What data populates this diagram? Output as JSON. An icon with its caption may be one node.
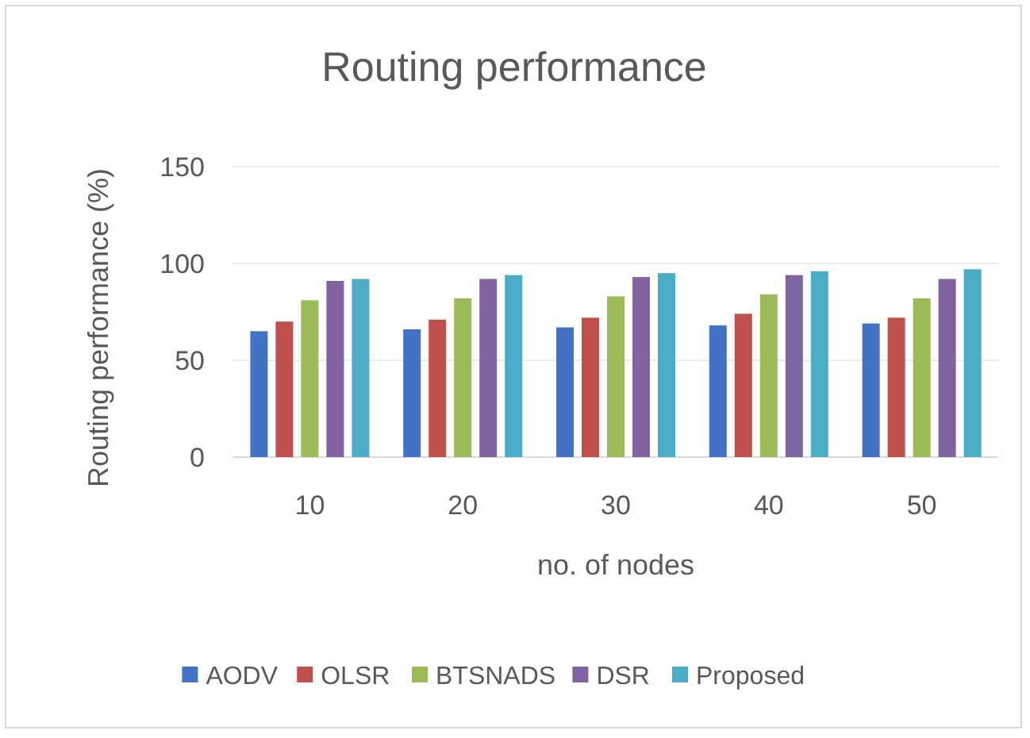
{
  "diagram": {
    "chart_data": {
      "type": "bar",
      "title": "Routing performance",
      "xlabel": "no. of nodes",
      "ylabel": "Routing performance (%)",
      "categories": [
        "10",
        "20",
        "30",
        "40",
        "50"
      ],
      "series": [
        {
          "name": "AODV",
          "color": "#4472c4",
          "values": [
            65,
            66,
            67,
            68,
            69
          ]
        },
        {
          "name": "OLSR",
          "color": "#c0504d",
          "values": [
            70,
            71,
            72,
            74,
            72
          ]
        },
        {
          "name": "BTSNADS",
          "color": "#9bbb59",
          "values": [
            81,
            82,
            83,
            84,
            82
          ]
        },
        {
          "name": "DSR",
          "color": "#8064a2",
          "values": [
            91,
            92,
            93,
            94,
            92
          ]
        },
        {
          "name": "Proposed",
          "color": "#4bacc6",
          "values": [
            92,
            94,
            95,
            96,
            97
          ]
        }
      ],
      "legend": "bottom",
      "ylim": [
        0,
        150
      ],
      "yticks": [
        0,
        50,
        100,
        150
      ]
    }
  }
}
